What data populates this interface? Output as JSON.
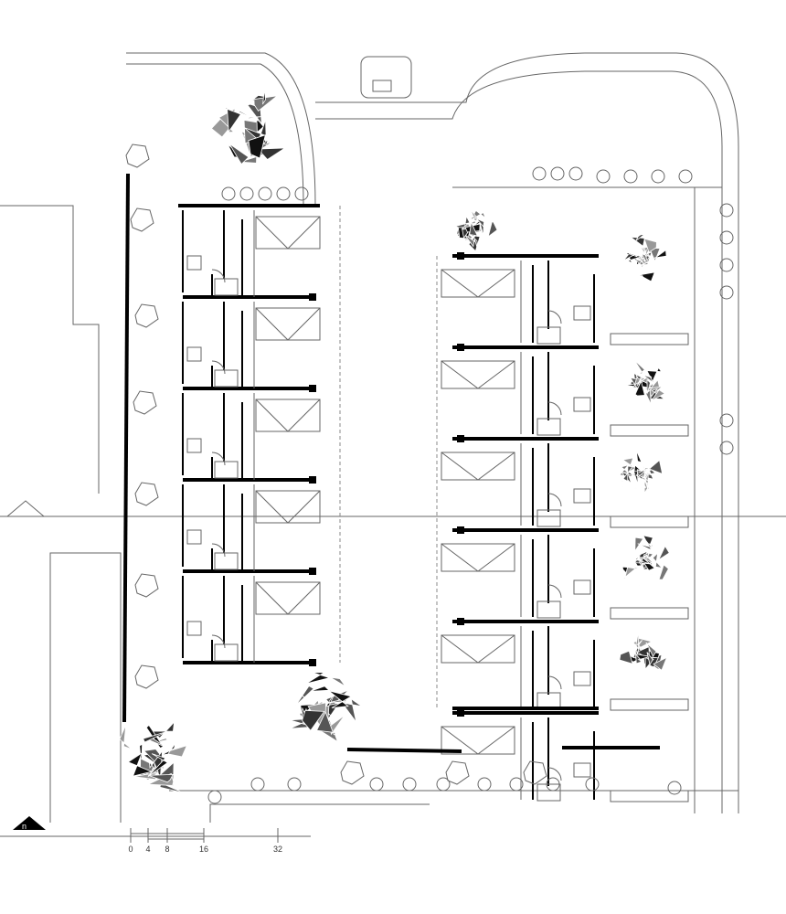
{
  "plan": {
    "north_label": "n",
    "scale_bar": {
      "ticks": [
        "0",
        "4",
        "8",
        "16",
        "32"
      ]
    },
    "left_units": 5,
    "right_units": 6
  }
}
